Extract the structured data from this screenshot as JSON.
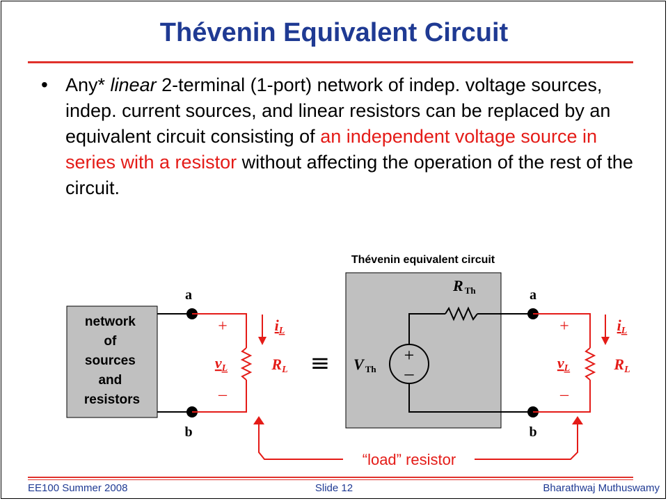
{
  "title": "Thévenin Equivalent Circuit",
  "bullet": {
    "prefix": "Any* ",
    "italic": "linear",
    "seg1": " 2-terminal (1-port) network of indep. voltage sources, indep. current sources, and linear resistors can be replaced by an equivalent circuit consisting of ",
    "red": "an independent voltage source in series with a resistor",
    "seg2": " without affecting the operation of the rest of the circuit."
  },
  "diagram": {
    "equiv_caption": "Thévenin equivalent circuit",
    "network_lines": [
      "network",
      "of",
      "sources",
      "and",
      "resistors"
    ],
    "terminal_a": "a",
    "terminal_b": "b",
    "plus": "+",
    "minus": "–",
    "v_load": "v",
    "i_load": "i",
    "load_sub": "L",
    "r_load": "R",
    "equiv_symbol": "≡",
    "r_th": "R",
    "v_th": "V",
    "th_sub": "Th",
    "load_label": "“load” resistor",
    "colors": {
      "wire": "#e41b17",
      "box": "#c0c0c0",
      "title": "#1f3a93"
    }
  },
  "footer": {
    "left": "EE100 Summer 2008",
    "center": "Slide 12",
    "right": "Bharathwaj Muthuswamy"
  }
}
